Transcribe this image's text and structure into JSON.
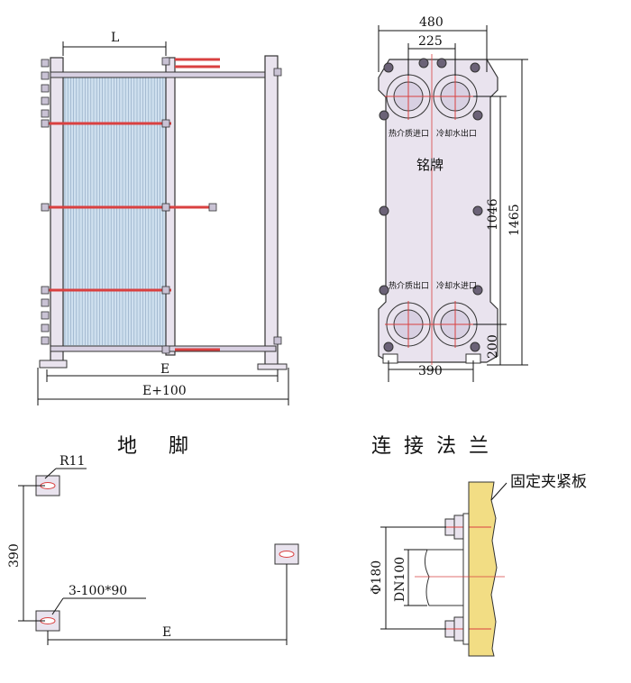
{
  "front_view": {
    "dim_top": "L",
    "dim_bottom_1": "E",
    "dim_bottom_2": "E+100"
  },
  "side_view": {
    "dim_width_total": "480",
    "dim_width_ports": "225",
    "dim_base_width": "390",
    "dim_port_spacing": "1046",
    "dim_total_height": "1465",
    "dim_bottom_port": "200",
    "label_hot_in": "热介质进口",
    "label_cool_out": "冷却水出口",
    "label_hot_out": "热介质出口",
    "label_cool_in": "冷却水进口",
    "nameplate": "铭牌"
  },
  "foot_section": {
    "title": "地    脚",
    "dim_radius": "R11",
    "dim_height": "390",
    "dim_slots": "3-100*90",
    "dim_length": "E"
  },
  "flange_section": {
    "title": "连接法兰",
    "clamp_plate": "固定夹紧板",
    "dim_outer": "Φ180",
    "dim_inner": "DN100"
  },
  "colors": {
    "frame_fill": "#e9e3ee",
    "plate_fill": "#cfe0ef",
    "rod_red": "#d94040",
    "clamp_yellow": "#f2dd84"
  }
}
